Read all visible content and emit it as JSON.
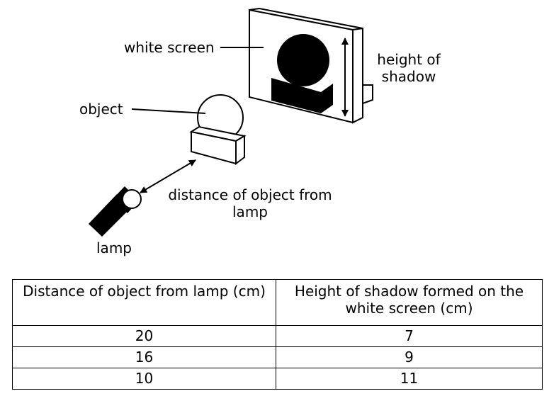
{
  "labels": {
    "white_screen": "white screen",
    "object": "object",
    "height_of_shadow_line1": "height of",
    "height_of_shadow_line2": "shadow",
    "distance_line1": "distance of object from",
    "distance_line2": "lamp",
    "lamp": "lamp"
  },
  "table": {
    "headers": [
      "Distance of object from lamp (cm)",
      "Height of shadow formed on the white screen (cm)"
    ],
    "rows": [
      [
        "20",
        "7"
      ],
      [
        "16",
        "9"
      ],
      [
        "10",
        "11"
      ]
    ]
  },
  "colors": {
    "ink": "#000000",
    "background": "#ffffff"
  }
}
